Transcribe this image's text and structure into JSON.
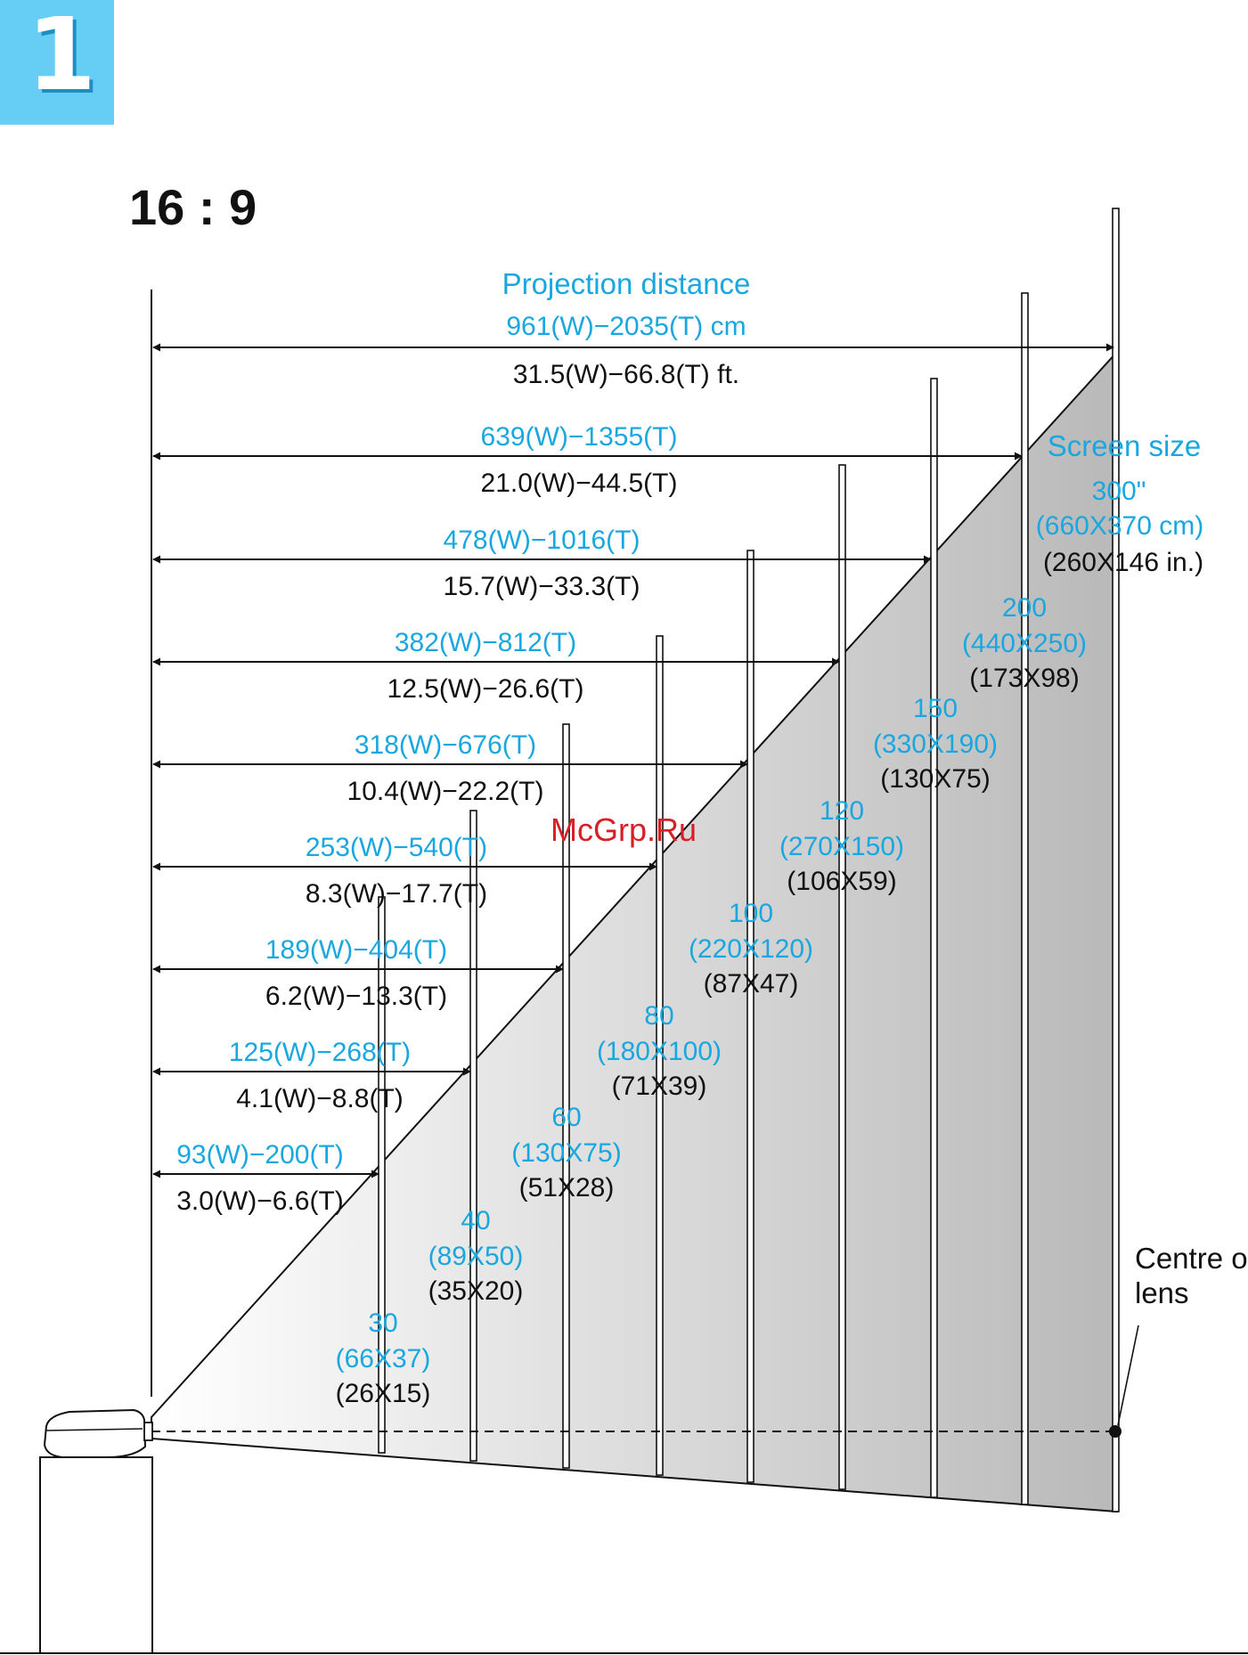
{
  "page_number": "1",
  "aspect_ratio": "16 : 9",
  "watermark": "McGrp.Ru",
  "colors": {
    "metric": "#1aa7e0",
    "imperial": "#111111",
    "badge": "#66cdf5",
    "watermark": "#d61f26"
  },
  "heading": {
    "title": "Projection distance",
    "metric": "961(W)−2035(T) cm",
    "imperial": "31.5(W)−66.8(T) ft."
  },
  "screen_size_label": "Screen size",
  "centre_label": [
    "Centre of",
    "lens"
  ],
  "screens": [
    {
      "size": "30",
      "cm": "(66X37)",
      "inch": "(26X15)",
      "metric": "93(W)−200(T)",
      "imperial": "3.0(W)−6.6(T)"
    },
    {
      "size": "40",
      "cm": "(89X50)",
      "inch": "(35X20)",
      "metric": "125(W)−268(T)",
      "imperial": "4.1(W)−8.8(T)"
    },
    {
      "size": "60",
      "cm": "(130X75)",
      "inch": "(51X28)",
      "metric": "189(W)−404(T)",
      "imperial": "6.2(W)−13.3(T)"
    },
    {
      "size": "80",
      "cm": "(180X100)",
      "inch": "(71X39)",
      "metric": "253(W)−540(T)",
      "imperial": "8.3(W)−17.7(T)"
    },
    {
      "size": "100",
      "cm": "(220X120)",
      "inch": "(87X47)",
      "metric": "318(W)−676(T)",
      "imperial": "10.4(W)−22.2(T)"
    },
    {
      "size": "120",
      "cm": "(270X150)",
      "inch": "(106X59)",
      "metric": "382(W)−812(T)",
      "imperial": "12.5(W)−26.6(T)"
    },
    {
      "size": "150",
      "cm": "(330X190)",
      "inch": "(130X75)",
      "metric": "478(W)−1016(T)",
      "imperial": "15.7(W)−33.3(T)"
    },
    {
      "size": "200",
      "cm": "(440X250)",
      "inch": "(173X98)",
      "metric": "639(W)−1355(T)",
      "imperial": "21.0(W)−44.5(T)"
    },
    {
      "size": "300\"",
      "cm": "(660X370 cm)",
      "inch": "(260X146 in.)"
    }
  ]
}
